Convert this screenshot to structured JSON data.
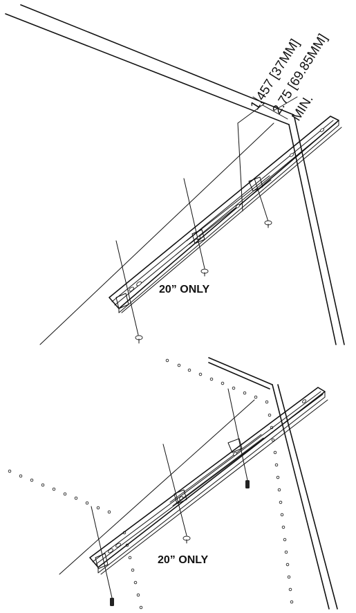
{
  "diagram": {
    "top_view": {
      "dimension_1": "1.457 [37MM]",
      "dimension_2": "2.75 [69.85MM]",
      "dimension_min": "MIN.",
      "note": "20” ONLY"
    },
    "bottom_view": {
      "note": "20” ONLY"
    }
  }
}
